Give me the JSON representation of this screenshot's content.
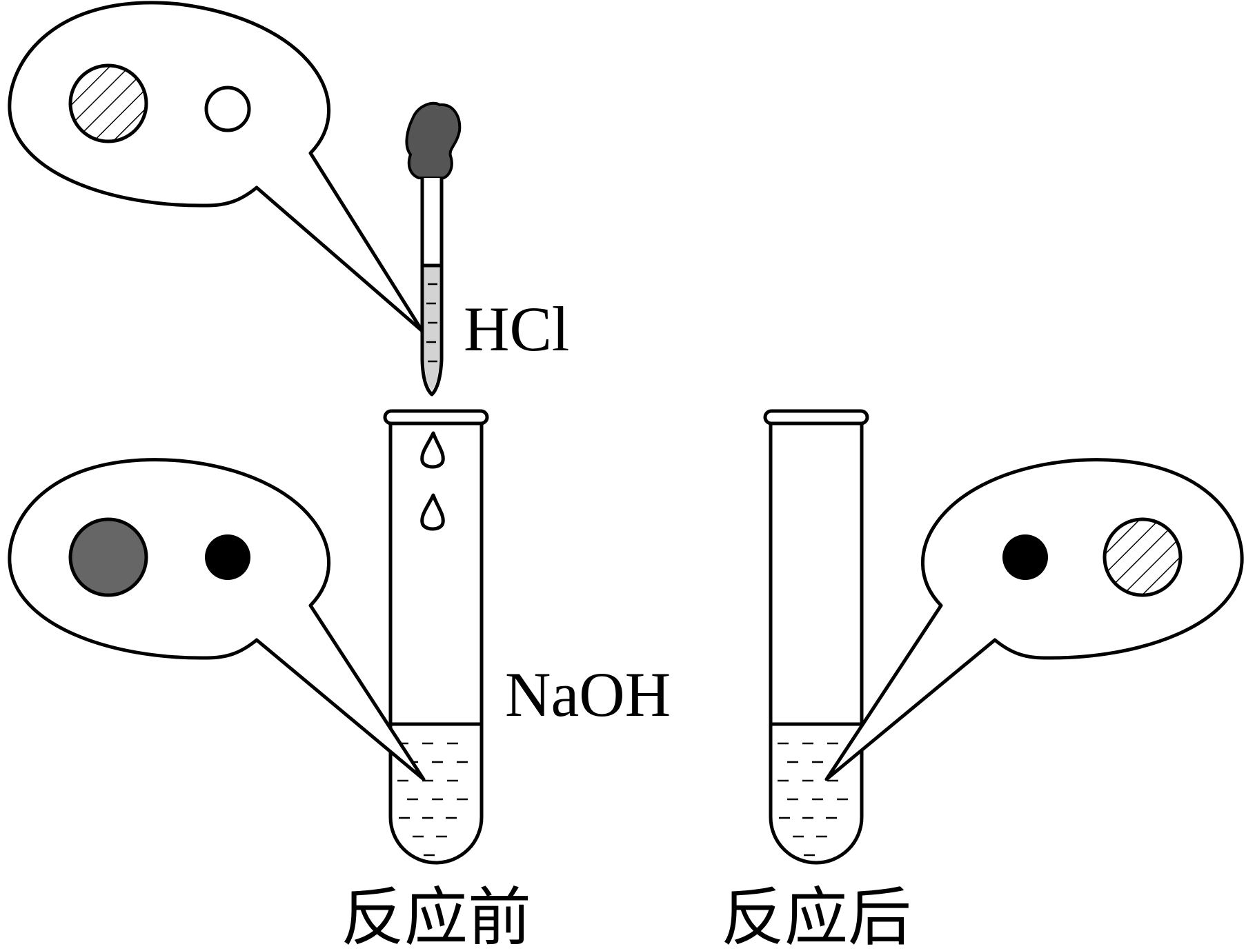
{
  "labels": {
    "dropper_reagent": "HCl",
    "tube_reagent": "NaOH",
    "caption_before": "反应前",
    "caption_after": "反应后"
  },
  "colors": {
    "stroke": "#000000",
    "dropper_bulb": "#555555",
    "dropper_liquid": "#d3d3d3",
    "large_gray_particle": "#666666",
    "small_black_particle": "#000000",
    "background": "#ffffff"
  },
  "particles": {
    "dropper_bubble": [
      "hatched-large",
      "white-small"
    ],
    "before_bubble": [
      "gray-large",
      "black-small"
    ],
    "after_bubble": [
      "black-small",
      "hatched-large"
    ]
  },
  "drops_count": 2
}
